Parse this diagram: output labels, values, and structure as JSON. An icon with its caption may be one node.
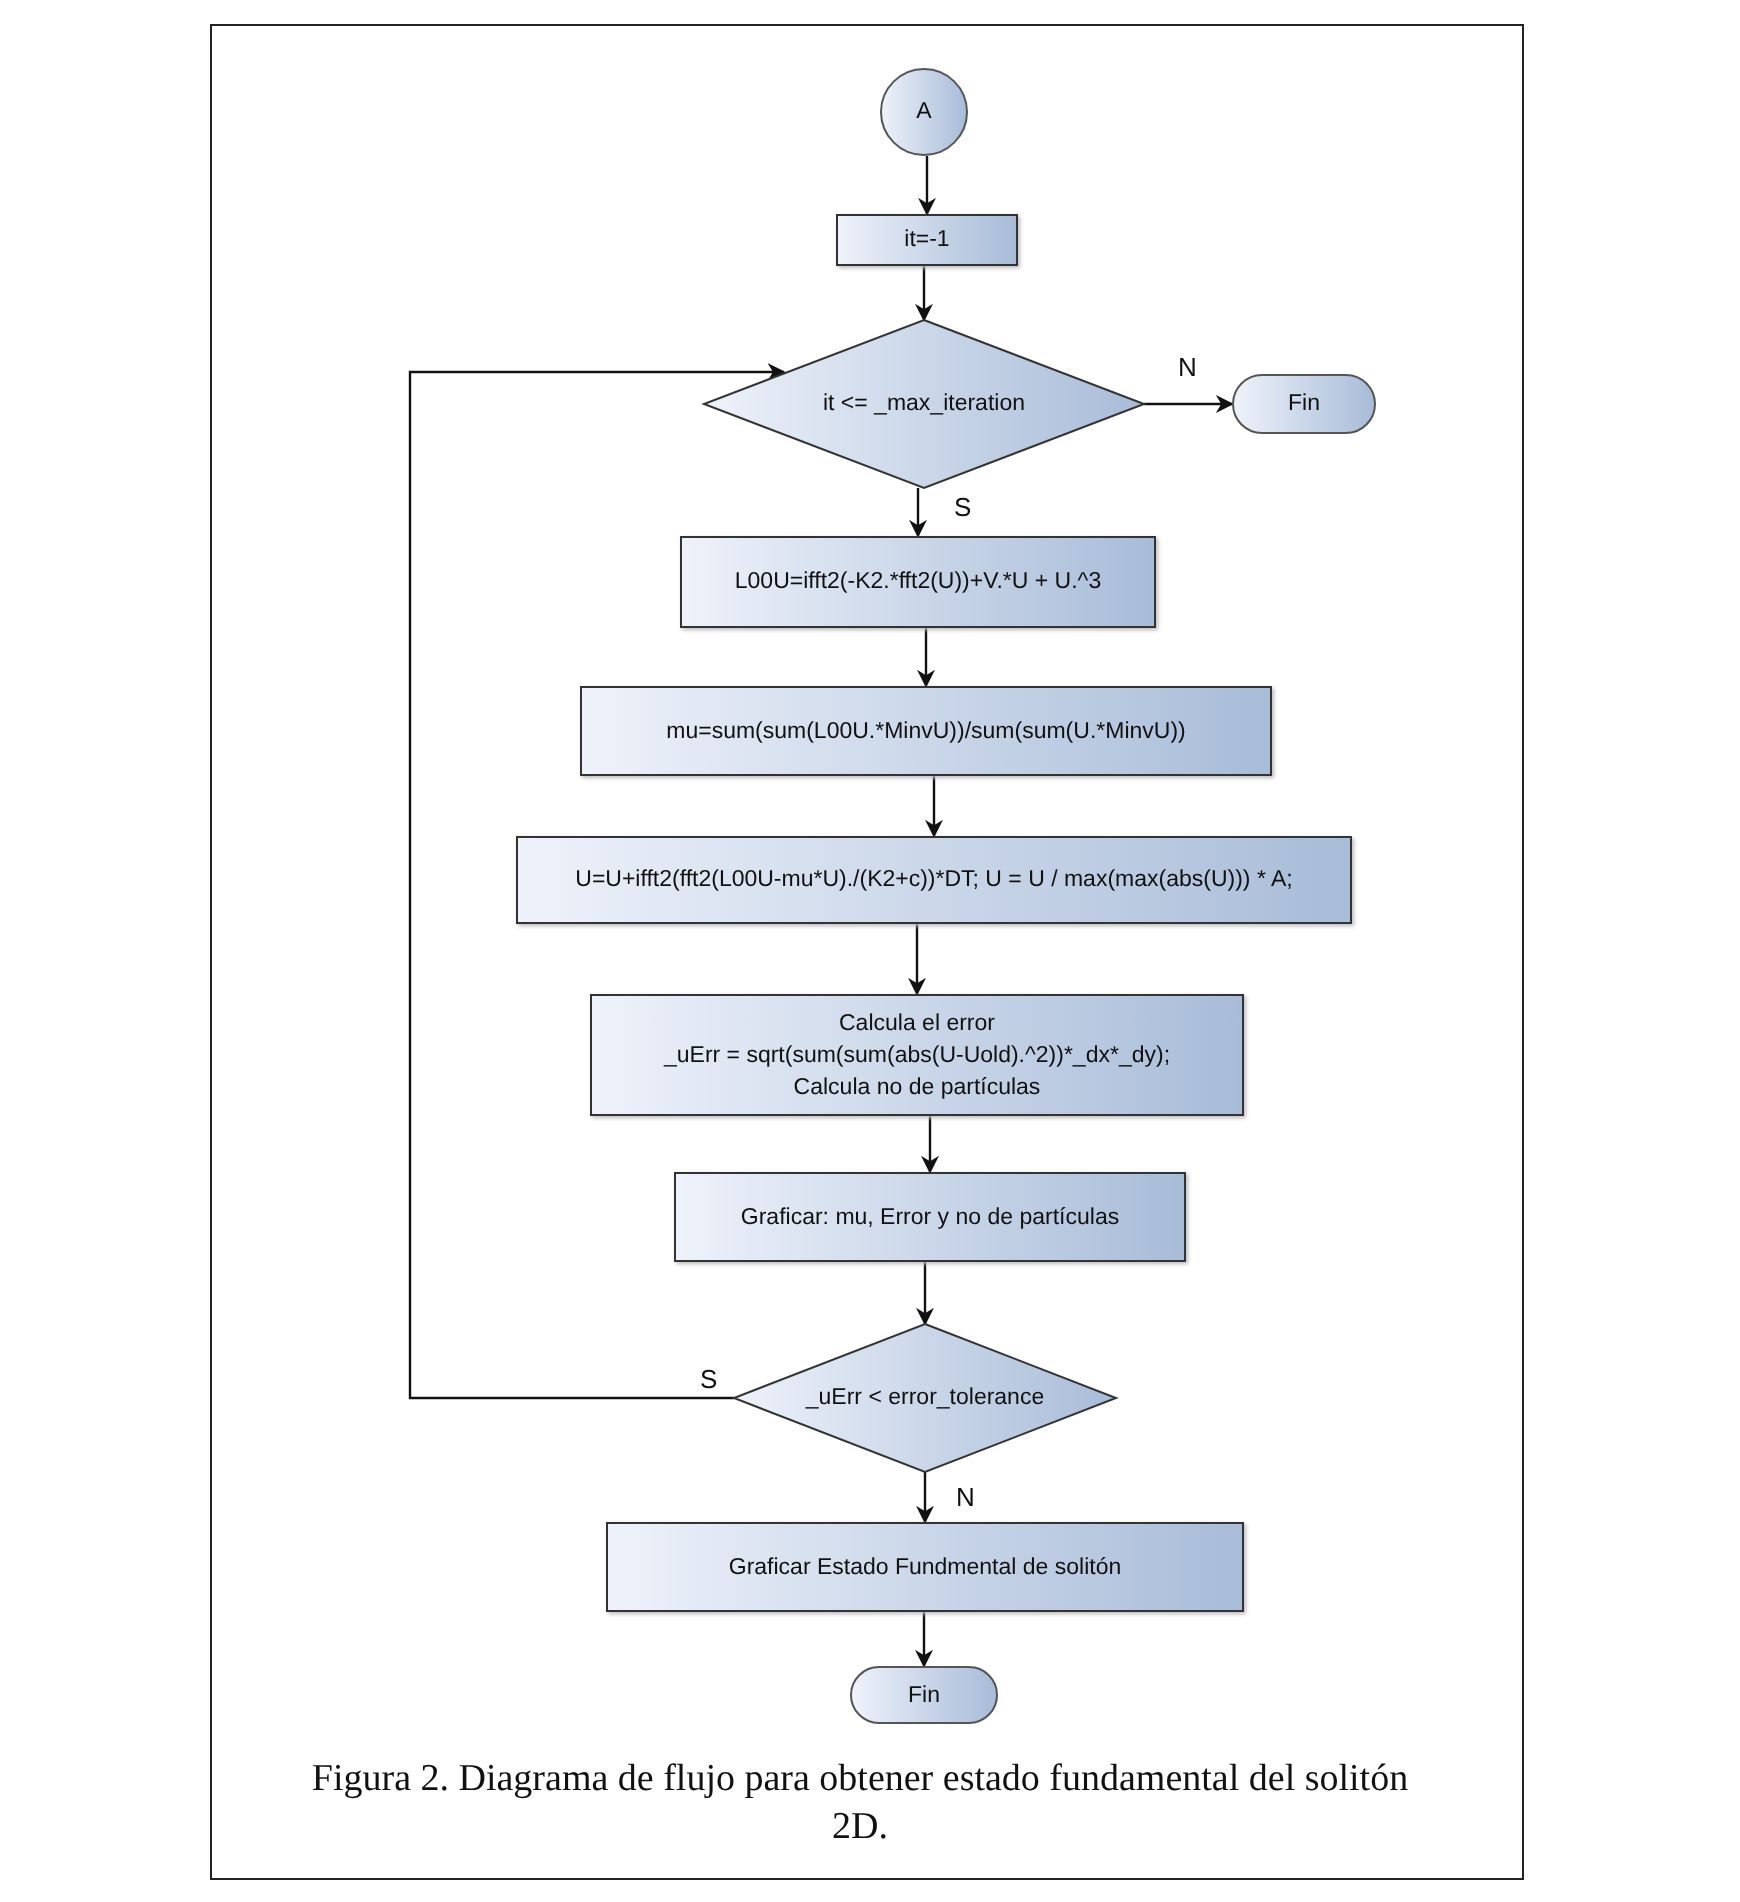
{
  "diagram": {
    "caption": "Figura 2. Diagrama de flujo para obtener estado fundamental del solitón 2D.",
    "nodes": [
      {
        "text": [
          "A"
        ]
      },
      {
        "text": [
          "it=-1"
        ]
      },
      {
        "text": [
          "it <= _max_iteration"
        ]
      },
      {
        "text": [
          "Fin"
        ]
      },
      {
        "text": [
          "L00U=ifft2(-K2.*fft2(U))+V.*U + U.^3"
        ]
      },
      {
        "text": [
          "mu=sum(sum(L00U.*MinvU))/sum(sum(U.*MinvU))"
        ]
      },
      {
        "text": [
          "U=U+ifft2(fft2(L00U-mu*U)./(K2+c))*DT; U = U / max(max(abs(U))) * A;"
        ]
      },
      {
        "text": [
          "Calcula el error",
          "_uErr = sqrt(sum(sum(abs(U-Uold).^2))*_dx*_dy);",
          "Calcula no de partículas"
        ]
      },
      {
        "text": [
          "Graficar: mu, Error y no de partículas"
        ]
      },
      {
        "text": [
          "_uErr < error_tolerance"
        ]
      },
      {
        "text": [
          "Graficar Estado Fundmental de solitón"
        ]
      },
      {
        "text": [
          "Fin"
        ]
      }
    ],
    "edges": [
      {
        "from": 0,
        "to": 1,
        "arrow": "to"
      },
      {
        "from": 1,
        "to": 2,
        "arrow": "to"
      },
      {
        "from": 2,
        "to": 3,
        "arrow": "to",
        "label": "N"
      },
      {
        "from": 2,
        "to": 4,
        "arrow": "to",
        "label": "S"
      },
      {
        "from": 4,
        "to": 5,
        "arrow": "to"
      },
      {
        "from": 5,
        "to": 6,
        "arrow": "to"
      },
      {
        "from": 6,
        "to": 7,
        "arrow": "to"
      },
      {
        "from": 7,
        "to": 8,
        "arrow": "to"
      },
      {
        "from": 8,
        "to": 9,
        "arrow": "to"
      },
      {
        "from": 9,
        "to": 2,
        "arrow": "to",
        "label": "S"
      },
      {
        "from": 9,
        "to": 10,
        "arrow": "to",
        "label": "N"
      },
      {
        "from": 10,
        "to": 11,
        "arrow": "to"
      }
    ]
  }
}
